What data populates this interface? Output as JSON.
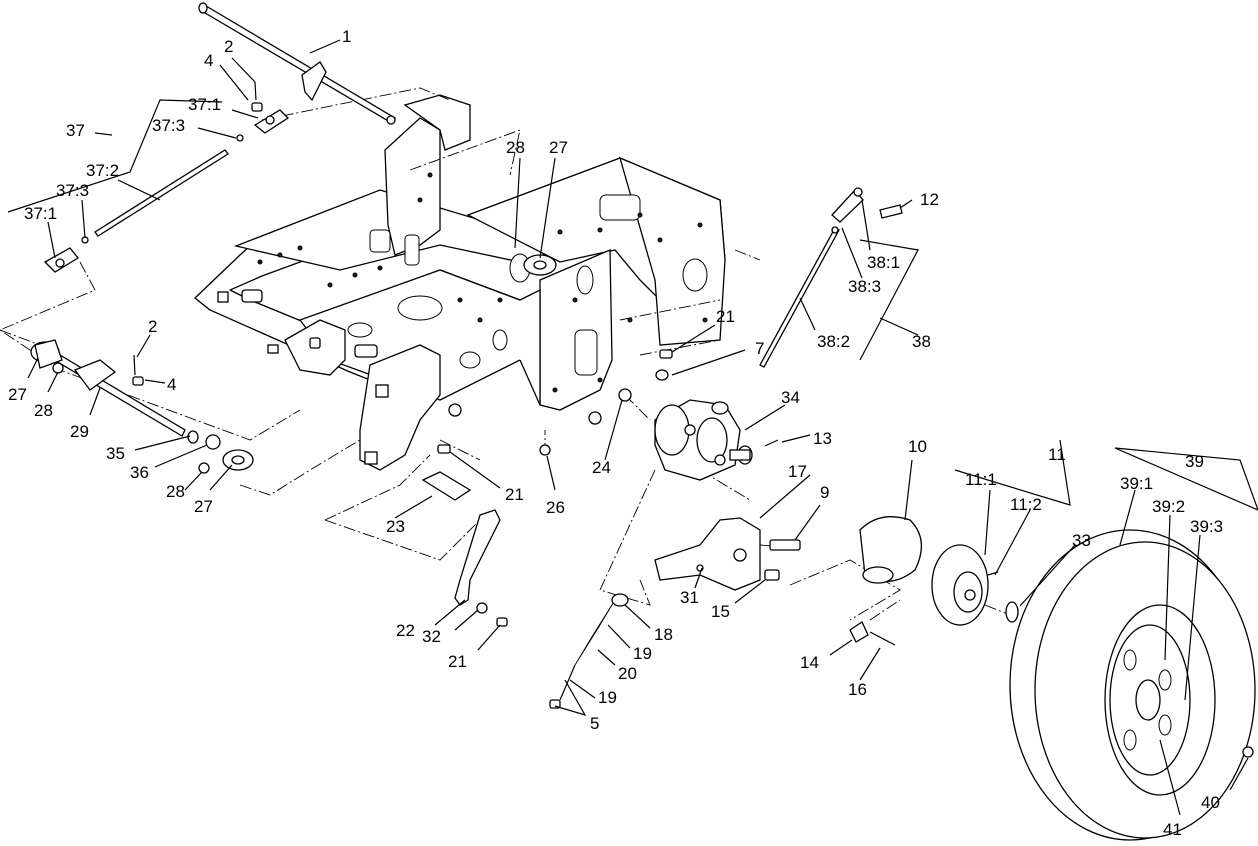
{
  "diagram": {
    "labels": {
      "p1": "1",
      "p2a": "2",
      "p4a": "4",
      "p37_1a": "37:1",
      "p37_3a": "37:3",
      "p37": "37",
      "p37_2": "37:2",
      "p37_3b": "37:3",
      "p37_1b": "37:1",
      "p28a": "28",
      "p27a": "27",
      "p12": "12",
      "p38_1": "38:1",
      "p38_3": "38:3",
      "p38_2": "38:2",
      "p38": "38",
      "p21a": "21",
      "p7": "7",
      "p34": "34",
      "p13": "13",
      "p2b": "2",
      "p4b": "4",
      "p27b": "27",
      "p28b": "28",
      "p29": "29",
      "p35": "35",
      "p36": "36",
      "p28c": "28",
      "p27c": "27",
      "p24": "24",
      "p21b": "21",
      "p26": "26",
      "p23": "23",
      "p17": "17",
      "p9": "9",
      "p10": "10",
      "p11": "11",
      "p11_1": "11:1",
      "p11_2": "11:2",
      "p39": "39",
      "p39_1": "39:1",
      "p39_2": "39:2",
      "p39_3": "39:3",
      "p33": "33",
      "p31": "31",
      "p15": "15",
      "p18": "18",
      "p19a": "19",
      "p20": "20",
      "p19b": "19",
      "p5": "5",
      "p22": "22",
      "p32": "32",
      "p21c": "21",
      "p14": "14",
      "p16": "16",
      "p40": "40",
      "p41": "41"
    }
  }
}
